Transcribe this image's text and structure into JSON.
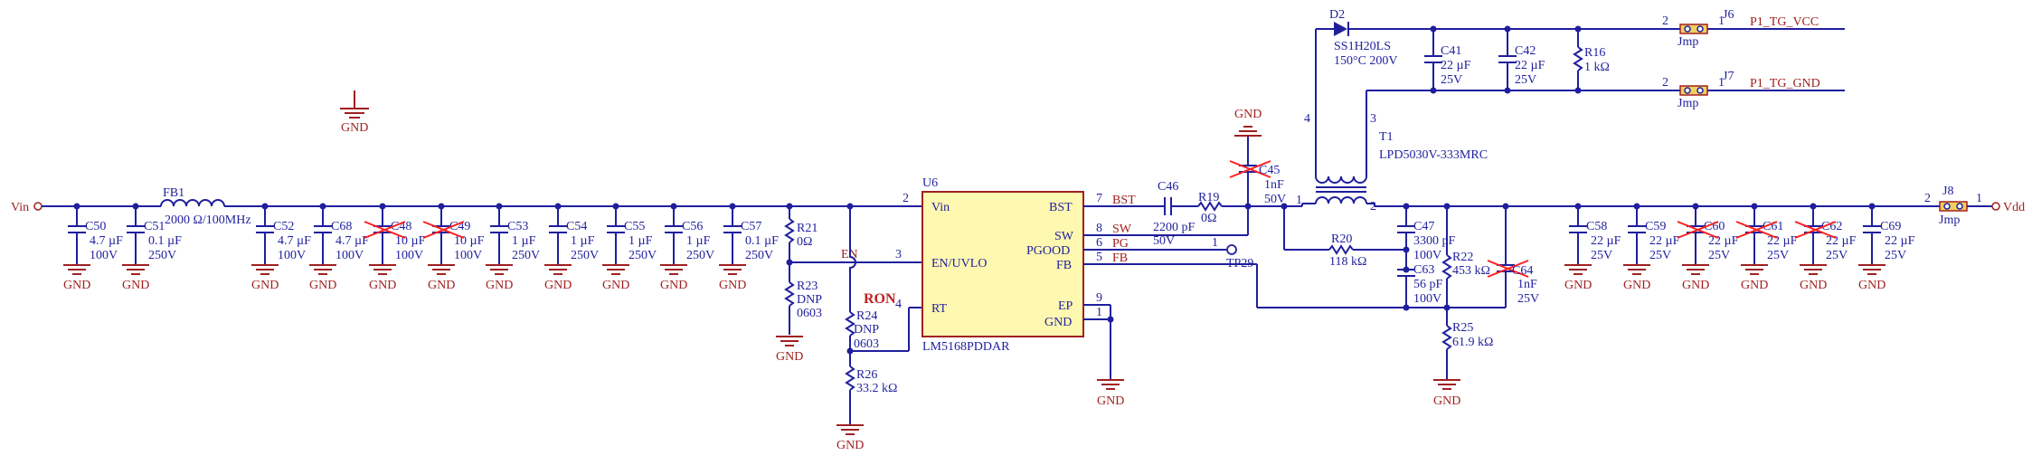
{
  "nets": {
    "vin": "Vin",
    "vdd": "Vdd",
    "en": "EN",
    "sw": "SW",
    "bst": "BST",
    "pg": "PG",
    "fb": "FB",
    "ron": "RON",
    "gnd": "GND",
    "tp": "TP29"
  },
  "ic": {
    "ref": "U6",
    "part": "LM5168PDDAR",
    "pins": {
      "vin": "Vin",
      "en": "EN/UVLO",
      "rt": "RT",
      "bst": "BST",
      "sw": "SW",
      "pgood": "PGOOD",
      "fb": "FB",
      "ep": "EP",
      "gnd": "GND"
    },
    "pin_numbers": {
      "vin": "2",
      "en": "3",
      "rt": "4",
      "bst": "7",
      "sw": "8",
      "pgood": "6",
      "fb": "5",
      "ep": "9",
      "gnd": "1"
    }
  },
  "fb1": {
    "ref": "FB1",
    "value": "2000 Ω/100MHz"
  },
  "input_caps": [
    {
      "ref": "C50",
      "v1": "4.7 µF",
      "v2": "100V",
      "dnp": false
    },
    {
      "ref": "C51",
      "v1": "0.1 µF",
      "v2": "250V",
      "dnp": false
    },
    {
      "ref": "C52",
      "v1": "4.7 µF",
      "v2": "100V",
      "dnp": false
    },
    {
      "ref": "C68",
      "v1": "4.7 µF",
      "v2": "100V",
      "dnp": false
    },
    {
      "ref": "C48",
      "v1": "10 µF",
      "v2": "100V",
      "dnp": true
    },
    {
      "ref": "C49",
      "v1": "10 µF",
      "v2": "100V",
      "dnp": true
    },
    {
      "ref": "C53",
      "v1": "1 µF",
      "v2": "250V",
      "dnp": false
    },
    {
      "ref": "C54",
      "v1": "1 µF",
      "v2": "250V",
      "dnp": false
    },
    {
      "ref": "C55",
      "v1": "1 µF",
      "v2": "250V",
      "dnp": false
    },
    {
      "ref": "C56",
      "v1": "1 µF",
      "v2": "250V",
      "dnp": false
    },
    {
      "ref": "C57",
      "v1": "0.1 µF",
      "v2": "250V",
      "dnp": false
    }
  ],
  "r21": {
    "ref": "R21",
    "value": "0Ω"
  },
  "r23": {
    "ref": "R23",
    "v1": "DNP",
    "v2": "0603"
  },
  "r24": {
    "ref": "R24",
    "v1": "DNP",
    "v2": "0603"
  },
  "r26": {
    "ref": "R26",
    "value": "33.2 kΩ"
  },
  "c46": {
    "ref": "C46",
    "v1": "2200 pF",
    "v2": "50V"
  },
  "r19": {
    "ref": "R19",
    "value": "0Ω"
  },
  "c45": {
    "ref": "C45",
    "v1": "1nF",
    "v2": "50V"
  },
  "tp_pin": "1",
  "r20": {
    "ref": "R20",
    "value": "118 kΩ"
  },
  "c47": {
    "ref": "C47",
    "v1": "3300 pF",
    "v2": "100V"
  },
  "c63": {
    "ref": "C63",
    "v1": "56 pF",
    "v2": "100V"
  },
  "r22": {
    "ref": "R22",
    "value": "453 kΩ"
  },
  "c64": {
    "ref": "C64",
    "v1": "1nF",
    "v2": "25V"
  },
  "r25": {
    "ref": "R25",
    "value": "61.9 kΩ"
  },
  "t1": {
    "ref": "T1",
    "part": "LPD5030V-333MRC",
    "pins": [
      "1",
      "2",
      "3",
      "4"
    ]
  },
  "d2": {
    "ref": "D2",
    "part": "SS1H20LS",
    "rating": "150°C 200V"
  },
  "c41": {
    "ref": "C41",
    "v1": "22 µF",
    "v2": "25V"
  },
  "c42": {
    "ref": "C42",
    "v1": "22 µF",
    "v2": "25V"
  },
  "r16": {
    "ref": "R16",
    "value": "1 kΩ"
  },
  "j6": {
    "ref": "J6",
    "label": "Jmp",
    "net": "P1_TG_VCC",
    "pin_a": "2",
    "pin_b": "1"
  },
  "j7": {
    "ref": "J7",
    "label": "Jmp",
    "net": "P1_TG_GND",
    "pin_a": "2",
    "pin_b": "1"
  },
  "j8": {
    "ref": "J8",
    "label": "Jmp",
    "pin_a": "2",
    "pin_b": "1"
  },
  "output_caps": [
    {
      "ref": "C58",
      "v1": "22 µF",
      "v2": "25V",
      "dnp": false
    },
    {
      "ref": "C59",
      "v1": "22 µF",
      "v2": "25V",
      "dnp": false
    },
    {
      "ref": "C60",
      "v1": "22 µF",
      "v2": "25V",
      "dnp": true
    },
    {
      "ref": "C61",
      "v1": "22 µF",
      "v2": "25V",
      "dnp": true
    },
    {
      "ref": "C62",
      "v1": "22 µF",
      "v2": "25V",
      "dnp": true
    },
    {
      "ref": "C69",
      "v1": "22 µF",
      "v2": "25V",
      "dnp": false
    }
  ]
}
